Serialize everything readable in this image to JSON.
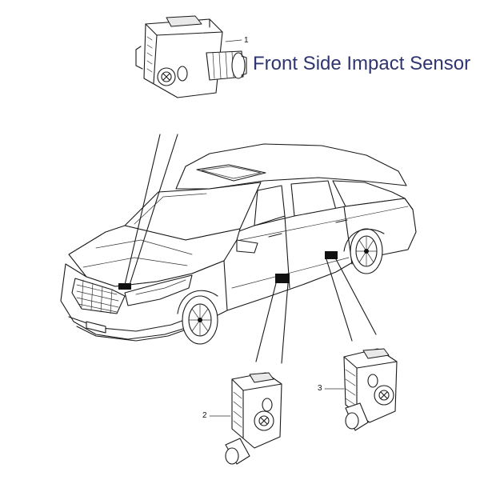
{
  "diagram": {
    "title": "Front Side Impact Sensor",
    "callouts": [
      {
        "id": "callout-1",
        "label": "1"
      },
      {
        "id": "callout-2",
        "label": "2"
      },
      {
        "id": "callout-3",
        "label": "3"
      }
    ],
    "colors": {
      "title_text": "#2e3570",
      "line_art": "#1a1a1a",
      "background": "#ffffff"
    }
  }
}
